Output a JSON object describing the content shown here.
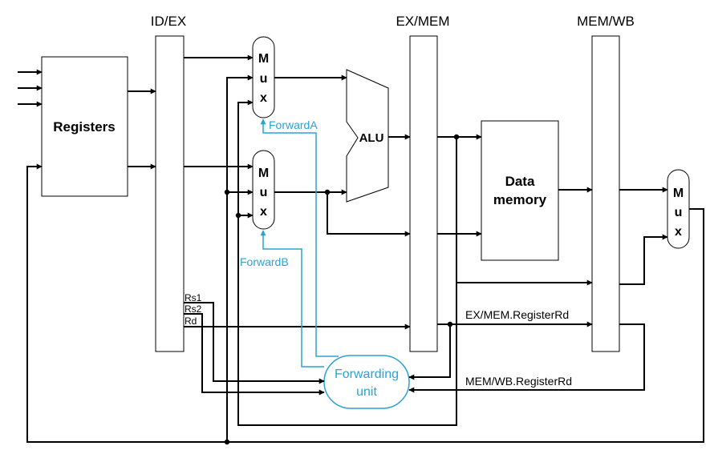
{
  "registers": {
    "id_ex": "ID/EX",
    "ex_mem": "EX/MEM",
    "mem_wb": "MEM/WB"
  },
  "blocks": {
    "registers": "Registers",
    "alu": "ALU",
    "data_memory_line1": "Data",
    "data_memory_line2": "memory",
    "forwarding_unit_line1": "Forwarding",
    "forwarding_unit_line2": "unit"
  },
  "mux": {
    "letters": [
      "M",
      "u",
      "x"
    ]
  },
  "signals": {
    "forward_a": "ForwardA",
    "forward_b": "ForwardB",
    "rs1": "Rs1",
    "rs2": "Rs2",
    "rd": "Rd",
    "ex_mem_registerrd": "EX/MEM.RegisterRd",
    "mem_wb_registerrd": "MEM/WB.RegisterRd"
  },
  "colors": {
    "wire": "#000000",
    "control": "#29a3d6"
  }
}
